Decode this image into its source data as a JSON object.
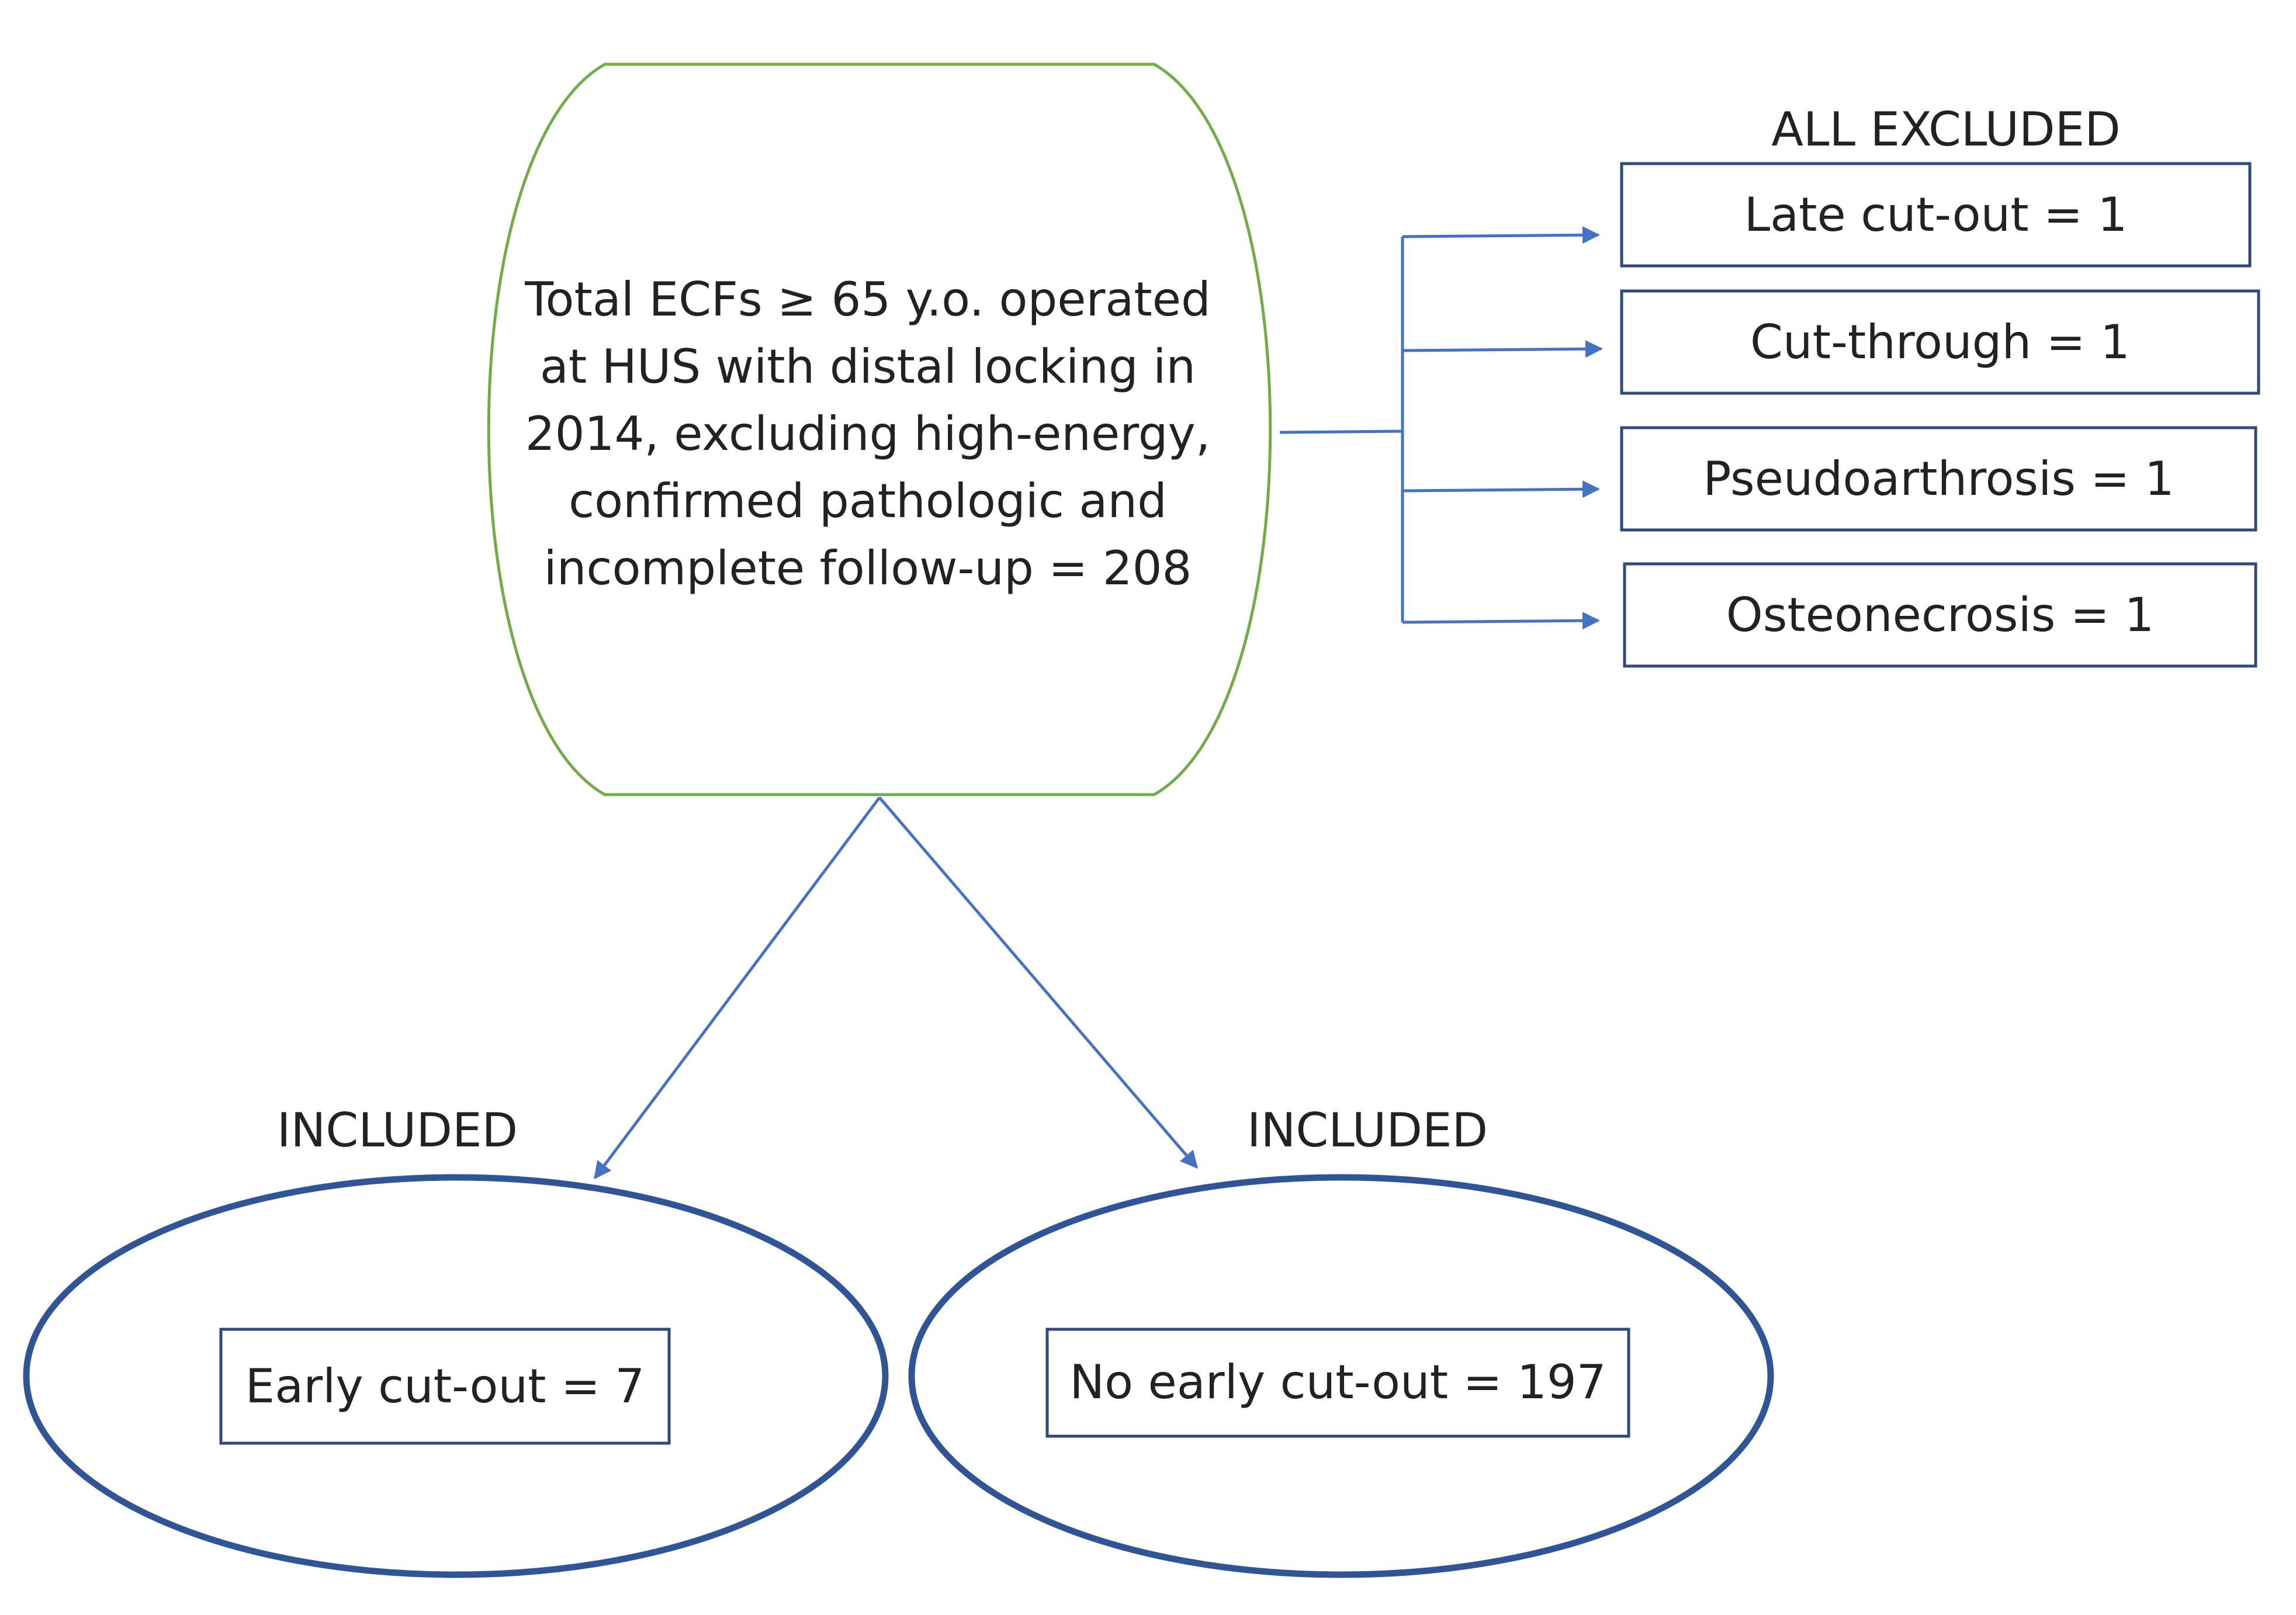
{
  "source_node": {
    "lines": [
      "Total ECFs ≥ 65 y.o. operated",
      "at HUS with distal locking in",
      "2014, excluding high-energy,",
      "confirmed pathologic and",
      "incomplete follow-up = 208"
    ],
    "border_color": "#70ad47"
  },
  "excluded": {
    "header": "ALL EXCLUDED",
    "items": [
      {
        "label": "Late cut-out = 1"
      },
      {
        "label": "Cut-through = 1"
      },
      {
        "label": "Pseudoarthrosis = 1"
      },
      {
        "label": "Osteonecrosis = 1"
      }
    ],
    "box_border_color": "#2f4a7c"
  },
  "included": [
    {
      "header": "INCLUDED",
      "label": "Early cut-out = 7"
    },
    {
      "header": "INCLUDED",
      "label": "No early cut-out = 197"
    }
  ],
  "colors": {
    "arrow": "#4472c4",
    "ellipse": "#2f5597",
    "text": "#222222"
  }
}
